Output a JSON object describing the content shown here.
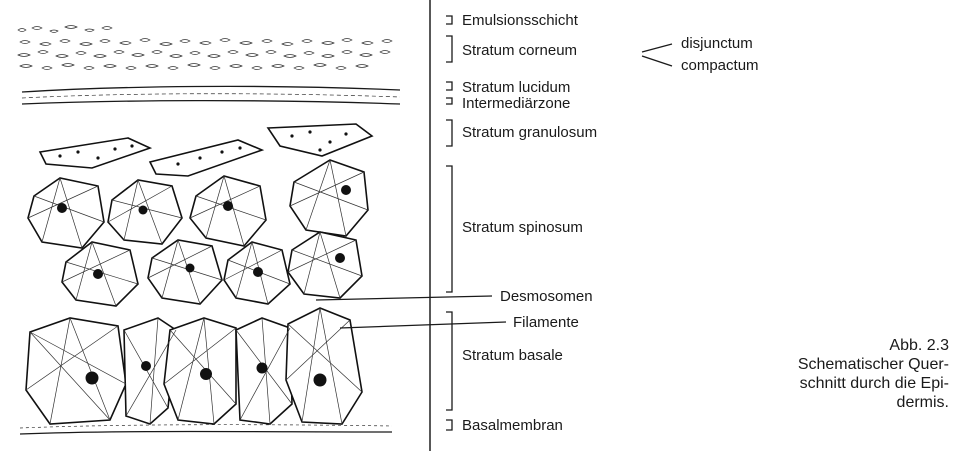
{
  "labels": {
    "emulsion": "Emulsionsschicht",
    "corneum": "Stratum corneum",
    "disjunctum": "disjunctum",
    "compactum": "compactum",
    "lucidum": "Stratum lucidum",
    "intermediate": "Intermediärzone",
    "granulosum": "Stratum granulosum",
    "spinosum": "Stratum spinosum",
    "desmosomen": "Desmosomen",
    "filamente": "Filamente",
    "basale": "Stratum basale",
    "basalmembran": "Basalmembran"
  },
  "caption": {
    "line1": "Abb. 2.3",
    "line2": "Schematischer Quer-",
    "line3": "schnitt durch die Epi-",
    "line4": "dermis."
  }
}
